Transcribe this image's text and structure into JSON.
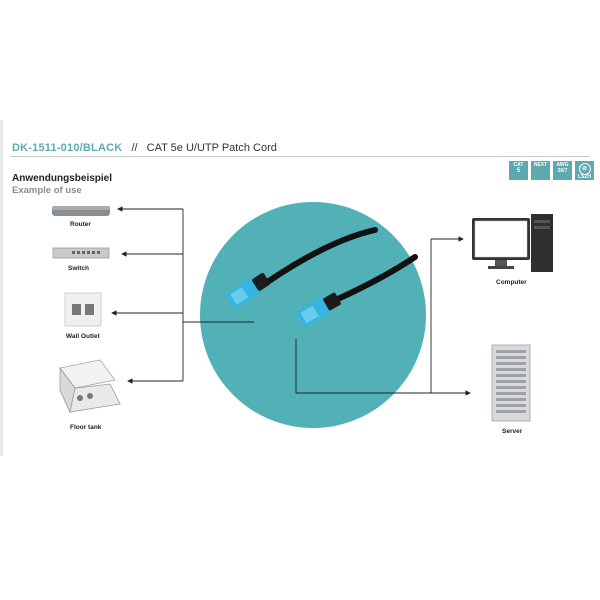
{
  "header": {
    "product_code": "DK-1511-010/BLACK",
    "separator": "//",
    "product_desc": "CAT 5e U/UTP Patch Cord"
  },
  "badges": [
    {
      "top": "CAT",
      "bottom": "5"
    },
    {
      "top": "NEXT",
      "bottom": ""
    },
    {
      "top": "AWG",
      "bottom": "26/7"
    },
    {
      "top": "LSZH",
      "bottom": ""
    }
  ],
  "section": {
    "title_de": "Anwendungsbeispiel",
    "title_en": "Example of use"
  },
  "devices_left": [
    {
      "label": "Router",
      "icon": "router-icon"
    },
    {
      "label": "Switch",
      "icon": "switch-icon"
    },
    {
      "label": "Wall Outlet",
      "icon": "wall-outlet-icon"
    },
    {
      "label": "Floor tank",
      "icon": "floor-tank-icon"
    }
  ],
  "devices_right": [
    {
      "label": "Computer",
      "icon": "computer-icon"
    },
    {
      "label": "Server",
      "icon": "server-icon"
    }
  ],
  "colors": {
    "accent": "#5eaab0",
    "circle": "#51b1b6",
    "connector": "#37b5e0",
    "cable": "#111111"
  }
}
